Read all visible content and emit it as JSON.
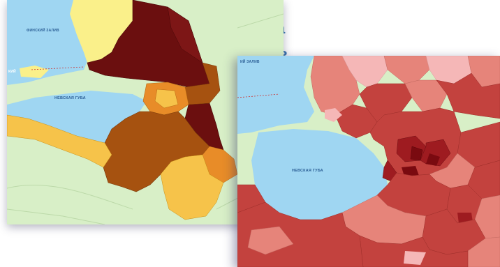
{
  "background_text": {
    "line1": "а",
    "line2": "ь",
    "line3": "»"
  },
  "left_map": {
    "labels": {
      "gulf_top": "ФИНСКИЙ ЗАЛИВ",
      "bay": "НЕВСКАЯ ГУБА",
      "left_cut": "КИЙ"
    },
    "colors": {
      "water": "#9fd6f2",
      "land": "#d8efc7",
      "dark": "#6b0f0f",
      "brown": "#a65210",
      "orange": "#e88c28",
      "light_orange": "#f6c34a",
      "yellow": "#faf08a"
    }
  },
  "right_map": {
    "labels": {
      "gulf_top": "ИЙ ЗАЛИВ",
      "bay": "НЕВСКАЯ ГУБА"
    },
    "colors": {
      "water": "#9fd6f2",
      "land": "#d8efc7",
      "pale": "#f5b7b7",
      "salmon": "#e6847a",
      "red": "#c3423e",
      "dark_red": "#9e1b20",
      "deep": "#7a0a10"
    }
  }
}
